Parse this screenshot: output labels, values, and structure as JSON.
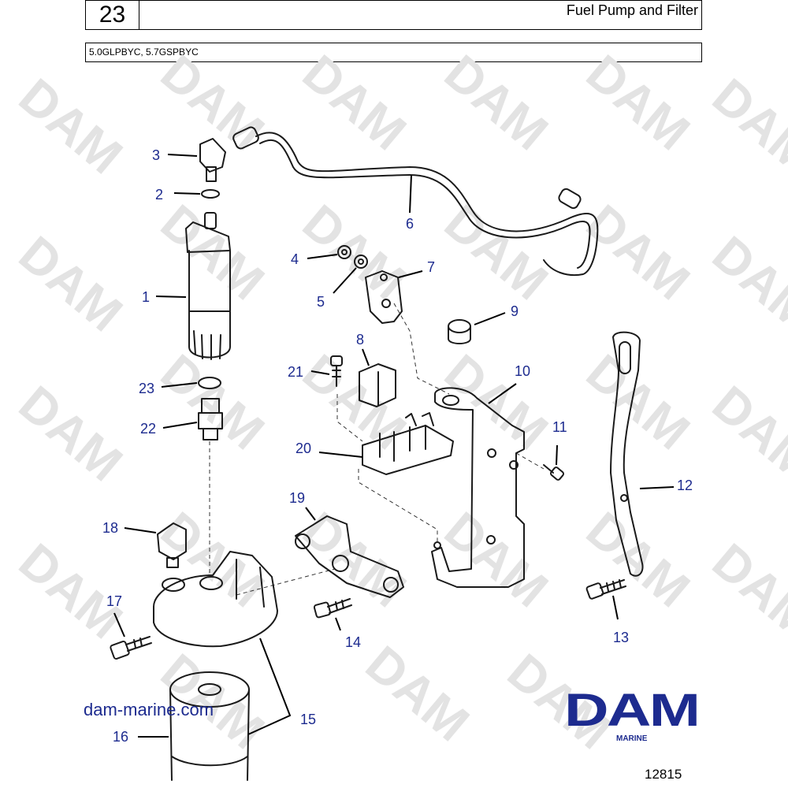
{
  "header": {
    "section_number": "23",
    "title": "Fuel Pump and Filter",
    "models": "5.0GLPBYC, 5.7GSPBYC"
  },
  "watermark": "DAM",
  "website": "dam-marine.com",
  "logo": {
    "name": "DAM",
    "subtitle": "MARINE"
  },
  "figure_number": "12815",
  "callouts": [
    {
      "id": "c1",
      "label": "1"
    },
    {
      "id": "c2",
      "label": "2"
    },
    {
      "id": "c3",
      "label": "3"
    },
    {
      "id": "c4",
      "label": "4"
    },
    {
      "id": "c5",
      "label": "5"
    },
    {
      "id": "c6",
      "label": "6"
    },
    {
      "id": "c7",
      "label": "7"
    },
    {
      "id": "c8",
      "label": "8"
    },
    {
      "id": "c9",
      "label": "9"
    },
    {
      "id": "c10",
      "label": "10"
    },
    {
      "id": "c11",
      "label": "11"
    },
    {
      "id": "c12",
      "label": "12"
    },
    {
      "id": "c13",
      "label": "13"
    },
    {
      "id": "c14",
      "label": "14"
    },
    {
      "id": "c15",
      "label": "15"
    },
    {
      "id": "c16",
      "label": "16"
    },
    {
      "id": "c17",
      "label": "17"
    },
    {
      "id": "c18",
      "label": "18"
    },
    {
      "id": "c19",
      "label": "19"
    },
    {
      "id": "c20",
      "label": "20"
    },
    {
      "id": "c21",
      "label": "21"
    },
    {
      "id": "c22",
      "label": "22"
    },
    {
      "id": "c23",
      "label": "23"
    }
  ]
}
